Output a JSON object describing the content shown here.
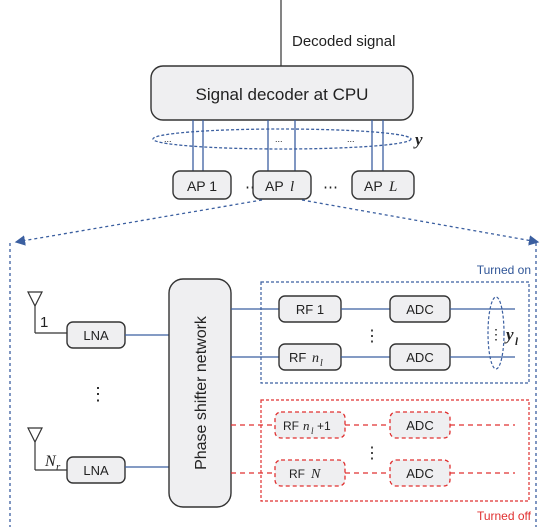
{
  "top": {
    "decoded_signal": "Decoded signal",
    "decoder": "Signal decoder at CPU",
    "bus_symbol": "y",
    "bus_dots": [
      "...",
      "...",
      "..."
    ]
  },
  "aps": {
    "ap1": "AP 1",
    "apl_prefix": "AP",
    "apl_sym": "l",
    "apL_prefix": "AP",
    "apL_sym": "L",
    "dots": "⋯"
  },
  "detail": {
    "antenna1": "1",
    "antennaN_base": "N",
    "antennaN_sub": "r",
    "lna": "LNA",
    "vdots": "⋮",
    "phase_shifter": "Phase shifter network",
    "turned_on": "Turned on",
    "turned_off": "Turned off",
    "rf1": "RF 1",
    "rfnl_prefix": "RF",
    "rfnl_base": "n",
    "rfnl_sub": "l",
    "rfnl1_prefix": "RF",
    "rfnl1_base": "n",
    "rfnl1_sub": "l",
    "rfnl1_suffix": "+1",
    "rfN_prefix": "RF",
    "rfN_sym": "N",
    "adc": "ADC",
    "out_base": "y",
    "out_sub": "l"
  }
}
